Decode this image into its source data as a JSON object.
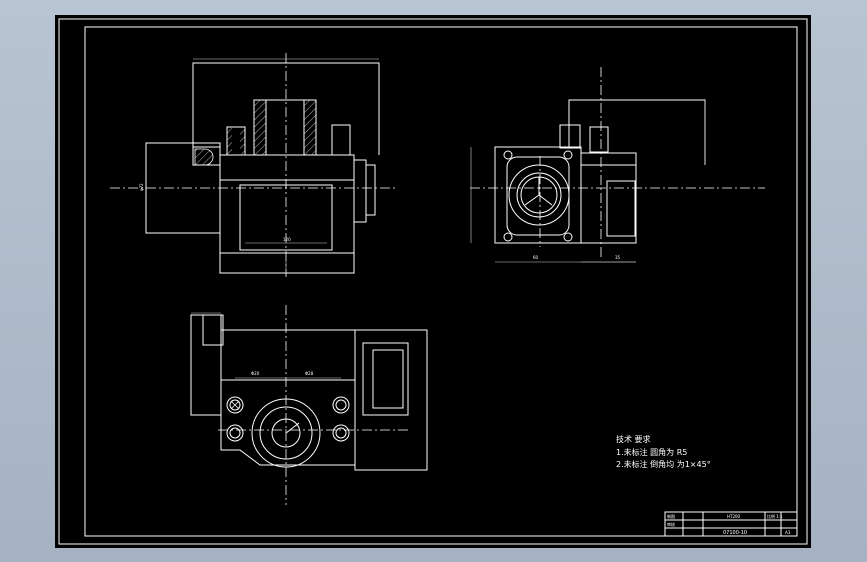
{
  "notes": {
    "title": "技术 要求",
    "line1": "1.未标注 圆角为 R5",
    "line2": "2.未标注 倒角均 为1×45°"
  },
  "title_block": {
    "label_a": "制图",
    "label_b": "审核",
    "drawing_no": "07100-10",
    "sheet": "A3",
    "scale": "比例 1:1",
    "material": "HT200"
  },
  "dims": {
    "d1": "φ72",
    "d2": "Φ20",
    "d3": "Φ28",
    "d4": "120",
    "d5": "60",
    "d6": "35"
  },
  "colors": {
    "background": "#000000",
    "lines": "#ffffff",
    "desktop": "#b0bccb"
  }
}
